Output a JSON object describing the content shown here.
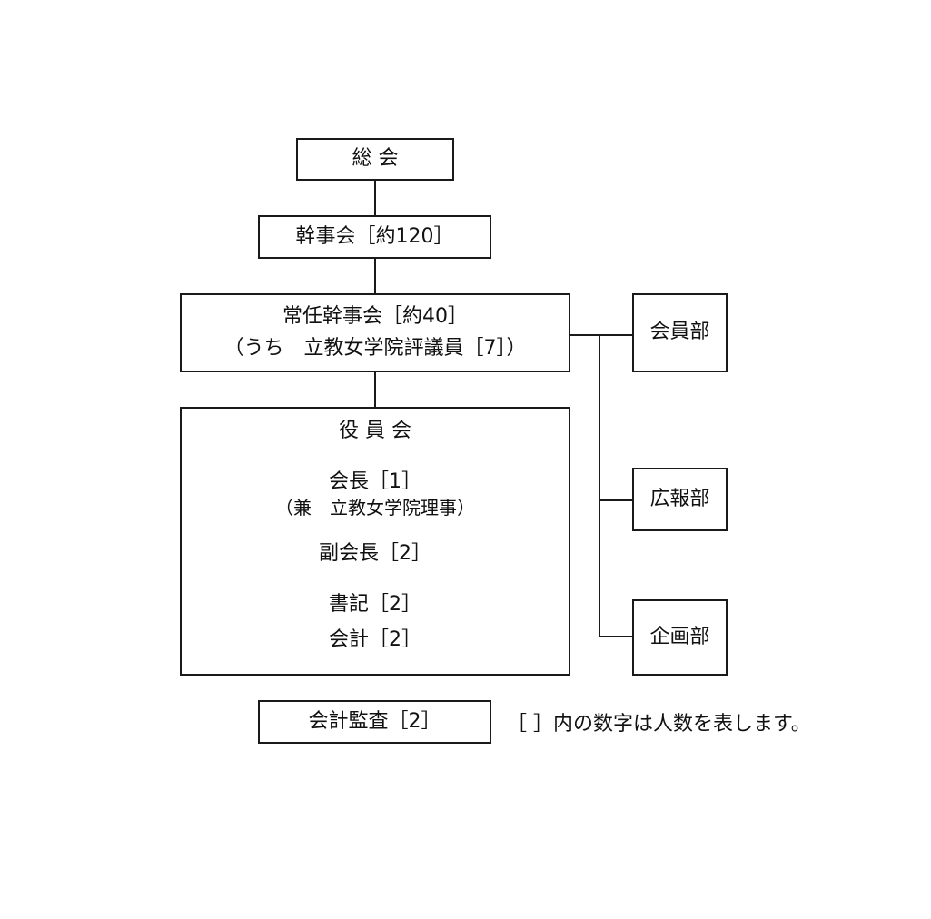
{
  "chart": {
    "general_meeting": "総 会",
    "board_of_secretaries": "幹事会［約120］",
    "standing_board": {
      "title": "常任幹事会［約40］",
      "subtitle": "（うち　立教女学院評議員［7］）"
    },
    "officers": {
      "title": "役 員 会",
      "president": "会長［1］",
      "president_note": "（兼　立教女学院理事）",
      "vice_president": "副会長［2］",
      "secretary": "書記［2］",
      "treasurer": "会計［2］"
    },
    "departments": [
      "会員部",
      "広報部",
      "企画部"
    ],
    "auditor": "会計監査［2］",
    "legend": "［ ］内の数字は人数を表します。"
  },
  "colors": {
    "line": "#1a1a1a",
    "background": "#ffffff"
  }
}
